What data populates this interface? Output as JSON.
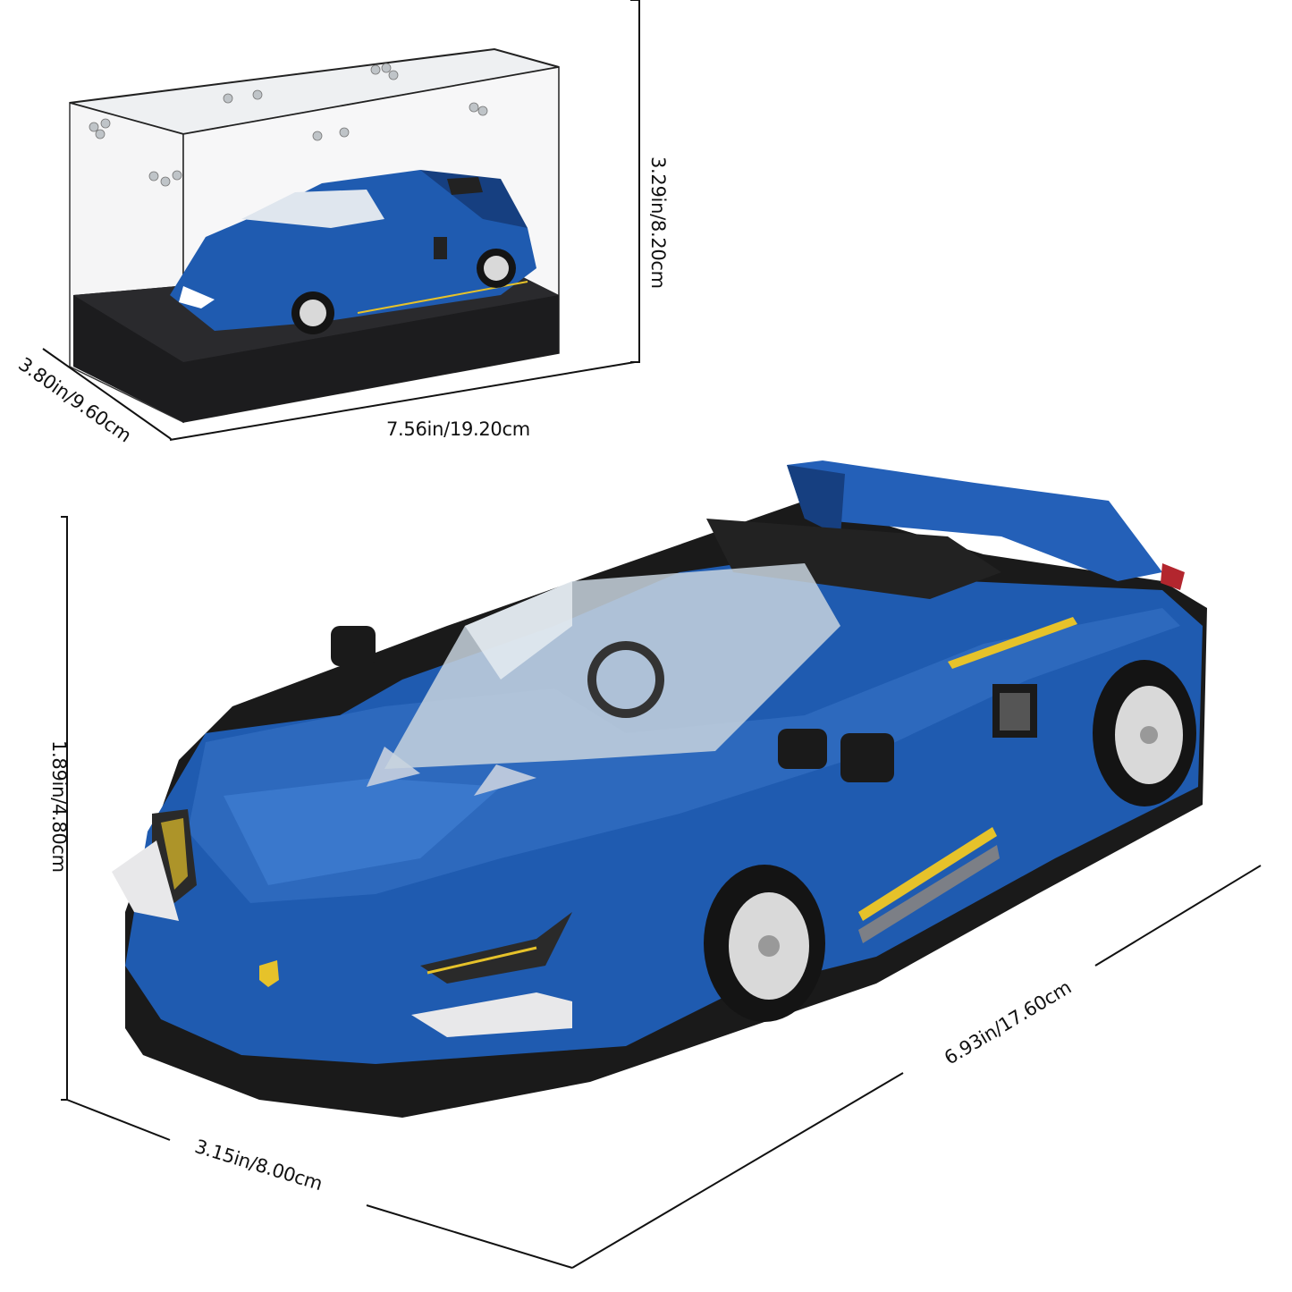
{
  "image": {
    "description": "Product dimension diagram of a blue brick-built sports car model and its acrylic display case",
    "background": "#ffffff"
  },
  "display_case": {
    "label": "Acrylic display case with black base",
    "dimensions": {
      "height": "3.29in/8.20cm",
      "depth": "3.80in/9.60cm",
      "width": "7.56in/19.20cm"
    },
    "colors": {
      "base": "#1c1c1e",
      "acrylic_edge": "#222222"
    }
  },
  "car_model": {
    "label": "Blue brick sports car model",
    "dimensions": {
      "height": "1.89in/4.80cm",
      "width": "3.15in/8.00cm",
      "length": "6.93in/17.60cm"
    },
    "colors": {
      "body": "#1f5bb0",
      "body_dark": "#163f80",
      "body_light": "#3a78cc",
      "trim": "#1a1a1a",
      "accent_stripe": "#e6c22a",
      "wheel": "#d9d9d9",
      "tire": "#141414",
      "windshield": "#c8d3de"
    }
  }
}
